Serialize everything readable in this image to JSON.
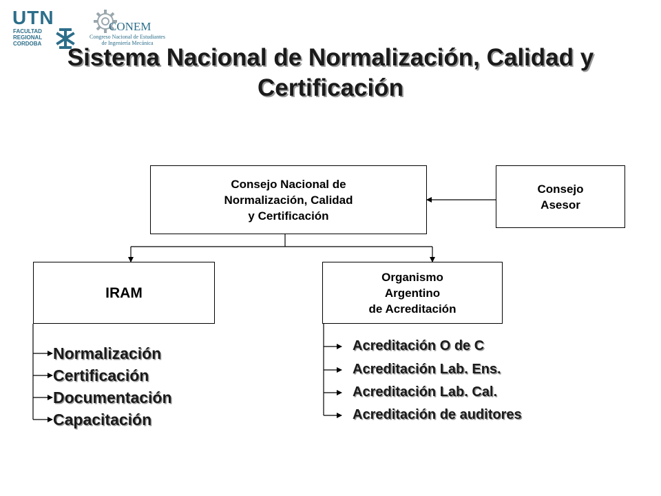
{
  "logos": {
    "utn": {
      "word": "UTN",
      "sub_lines": [
        "FACULTAD",
        "REGIONAL",
        "CORDOBA"
      ],
      "icon": "utn-emblem-icon"
    },
    "conem": {
      "word": "CONEM",
      "sub_lines": [
        "Congreso Nacional de Estudiantes",
        "de Ingeniería Mecánica"
      ],
      "icon": "gear-icon"
    }
  },
  "title": "Sistema Nacional de Normalización, Calidad y Certificación",
  "nodes": {
    "consejo_nacional": "Consejo Nacional de\nNormalización, Calidad\ny Certificación",
    "consejo_asesor": "Consejo\nAsesor",
    "iram": "IRAM",
    "oaa": "Organismo\nArgentino\nde Acreditación"
  },
  "iram_functions": [
    "Normalización",
    "Certificación",
    "Documentación",
    "Capacitación"
  ],
  "oaa_functions": [
    "Acreditación O de C",
    "Acreditación Lab. Ens.",
    "Acreditación Lab. Cal.",
    "Acreditación de auditores"
  ],
  "colors": {
    "logo": "#2c6e8a",
    "text": "#1a1a1a",
    "shadow": "#9a9a9a",
    "line": "#000000"
  }
}
